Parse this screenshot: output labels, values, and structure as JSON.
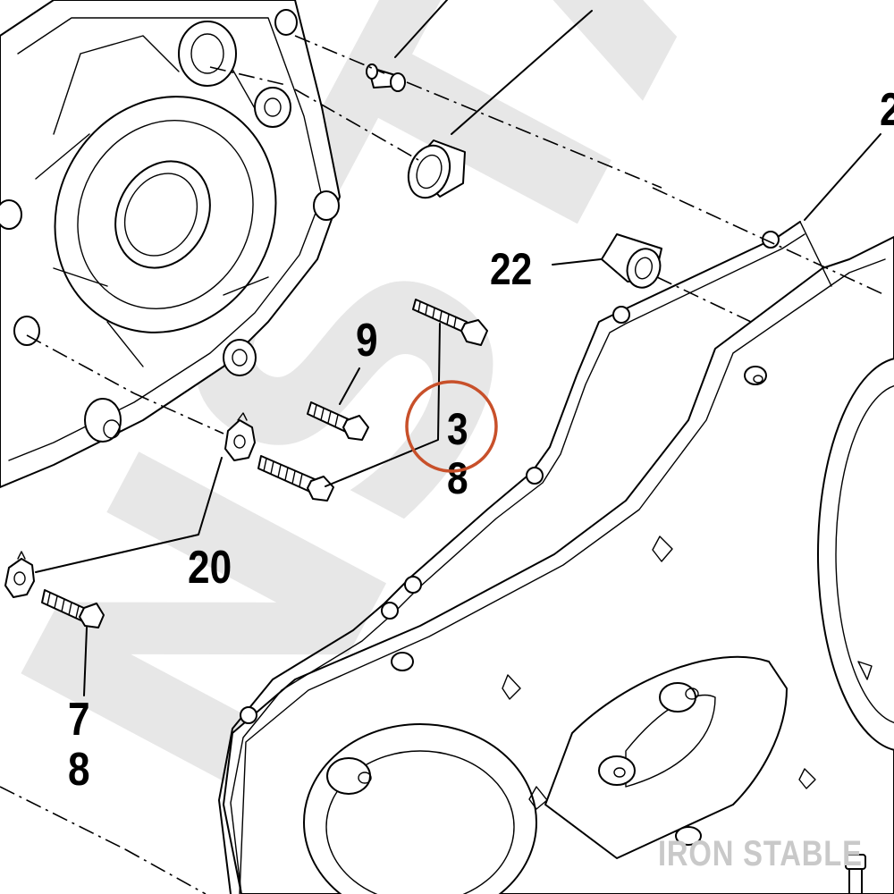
{
  "watermark": {
    "text": "NSTAB",
    "color": "#e7e7e7"
  },
  "credit": {
    "text": "IRON STABLE",
    "color": "#c9c9c9"
  },
  "callouts": {
    "c22": "22",
    "c9": "9",
    "c3": "3",
    "c8_upper": "8",
    "c20": "20",
    "c7": "7",
    "c8_lower": "8",
    "c2_partial": "2"
  },
  "highlight": {
    "target": "3",
    "color": "#c8502a"
  }
}
